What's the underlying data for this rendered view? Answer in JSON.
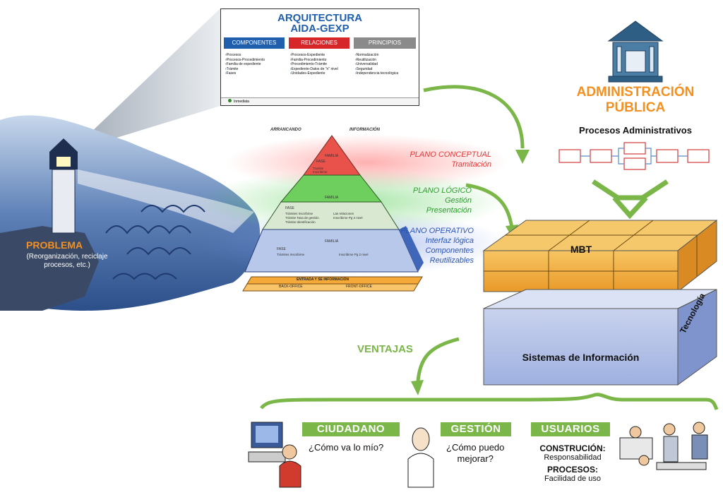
{
  "architecture": {
    "title_line1": "ARQUITECTURA",
    "title_line2": "AIDA-GEXP",
    "columns": [
      {
        "header": "COMPONENTES",
        "color": "#1f5fae",
        "items": [
          "Procesos",
          "Procesos-Procedimiento",
          "Familia de expediente",
          "Trámite",
          "Fases"
        ]
      },
      {
        "header": "RELACIONES",
        "color": "#d6262a",
        "items": [
          "Procesos-Expediente",
          "Familia-Procedimiento",
          "Procedimiento-Trámite",
          "Expediente-Datos de \"n\" nivel",
          "Unidades-Expediente"
        ]
      },
      {
        "header": "PRINCIPIOS",
        "color": "#8a8a8a",
        "items": [
          "Normalización",
          "Reutilización",
          "Universalidad",
          "Seguridad",
          "Independencia tecnológica"
        ]
      }
    ],
    "footer": "Inmediata"
  },
  "pyramid": {
    "top_labels": [
      "ARRANCANDO",
      "INFORMACIÓN"
    ],
    "base_label_top": "ENTRADA Y SE INFORMACIÓN",
    "base_left": "BACK-OFFICE",
    "base_right": "FRONT-OFFICE",
    "texts": {
      "family": "FAMILIA",
      "phase": "FASE",
      "tramite": "Tramite Inscribirse",
      "fine1": "Trámites Inscribirse",
      "fine2": "Trámite Tasa de gestión",
      "fine3": "Trámite Identificación",
      "fine4": "Las relaciones",
      "fine5": "Inscribirse Pg 2 nivel"
    }
  },
  "planes": {
    "conceptual": {
      "title": "PLANO CONCEPTUAL",
      "sub": [
        "Tramitación"
      ],
      "color": "#e03a3a"
    },
    "logico": {
      "title": "PLANO LÓGICO",
      "sub": [
        "Gestión",
        "Presentación"
      ],
      "color": "#2f9c2f"
    },
    "operativo": {
      "title": "PLANO OPERATIVO",
      "sub": [
        "Interfaz lógica",
        "Componentes",
        "Reutilizables"
      ],
      "color": "#2a55b8"
    }
  },
  "problem": {
    "title": "PROBLEMA",
    "description_line1": "(Reorganización, reciclaje",
    "description_line2": "procesos, etc.)"
  },
  "administration": {
    "title_line1": "ADMINISTRACIÓN",
    "title_line2": "PÚBLICA",
    "subtitle": "Procesos Administrativos"
  },
  "block": {
    "top_label": "MBT",
    "bottom_label": "Sistemas de Información",
    "side_label": "Tecnología"
  },
  "advantages": {
    "label": "VENTAJAS",
    "groups": [
      {
        "tag": "CIUDADANO",
        "question": "¿Cómo va lo mío?"
      },
      {
        "tag": "GESTIÓN",
        "question_line1": "¿Cómo puedo",
        "question_line2": "mejorar?"
      },
      {
        "tag": "USUARIOS",
        "item1_title": "CONSTRUCIÓN:",
        "item1_desc": "Responsabilidad",
        "item2_title": "PROCESOS:",
        "item2_desc": "Facilidad de uso"
      }
    ]
  },
  "colors": {
    "accent_green": "#7ab648",
    "orange": "#f39020",
    "blue": "#1f5fae",
    "red": "#d6262a"
  }
}
